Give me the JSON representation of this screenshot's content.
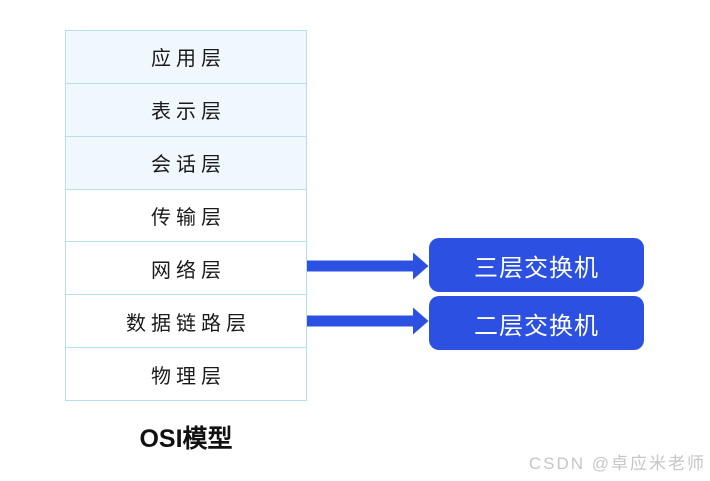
{
  "diagram": {
    "title": "OSI模型",
    "layers": [
      {
        "label": "应用层",
        "tinted": true
      },
      {
        "label": "表示层",
        "tinted": true
      },
      {
        "label": "会话层",
        "tinted": true
      },
      {
        "label": "传输层",
        "tinted": false
      },
      {
        "label": "网络层",
        "tinted": false
      },
      {
        "label": "数据链路层",
        "tinted": false
      },
      {
        "label": "物理层",
        "tinted": false
      }
    ],
    "connections": [
      {
        "from_layer": "网络层",
        "device": "三层交换机"
      },
      {
        "from_layer": "数据链路层",
        "device": "二层交换机"
      }
    ]
  },
  "watermark": "CSDN @卓应米老师",
  "colors": {
    "accent_blue": "#2b50e2",
    "table_border": "#b5e1ee",
    "tinted_row_bg": "#f1f8fd",
    "box_text": "#ffffff",
    "text_dark": "#1a1a1a",
    "watermark_gray": "#c6c6c6"
  }
}
